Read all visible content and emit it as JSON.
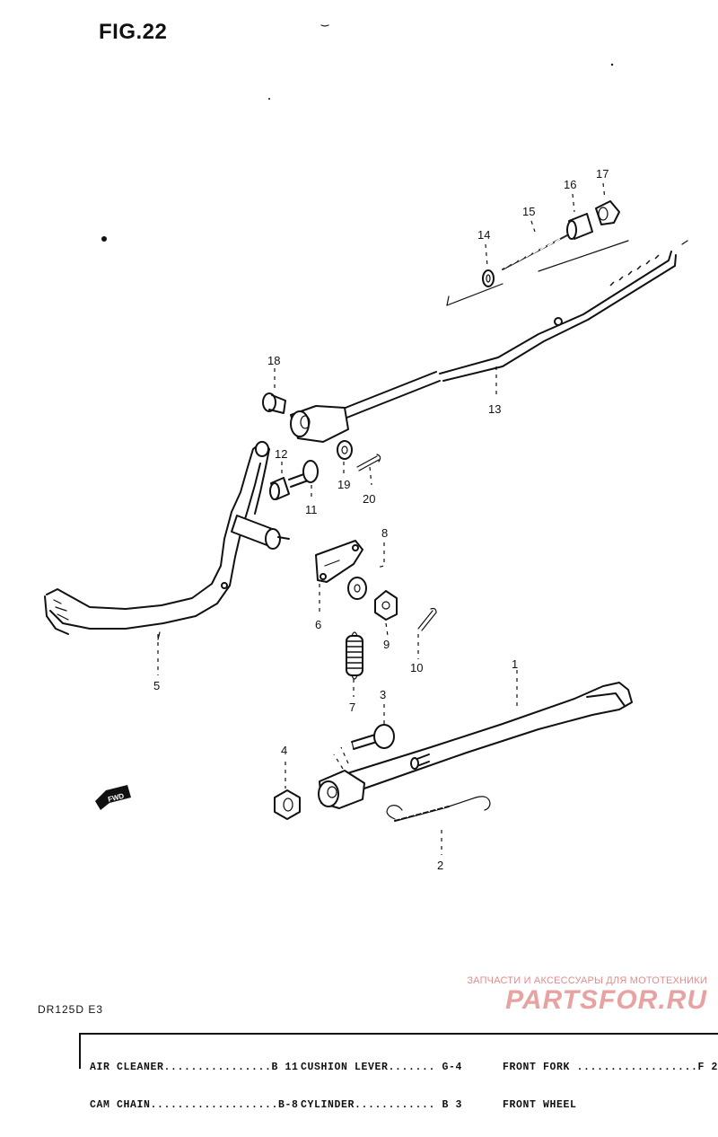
{
  "figure": {
    "title": "FIG.22",
    "model_code": "DR125D E3"
  },
  "callouts": [
    "1",
    "2",
    "3",
    "4",
    "5",
    "6",
    "7",
    "8",
    "9",
    "10",
    "11",
    "12",
    "13",
    "14",
    "15",
    "16",
    "17",
    "18",
    "19",
    "20"
  ],
  "fwd_label": "FWD",
  "watermark": {
    "subtitle": "ЗАПЧАСТИ И АКСЕССУАРЫ ДЛЯ МОТОТЕХНИКИ",
    "logo": "PARTSFOR.RU"
  },
  "index": {
    "col1": [
      "AIR CLEANER................B 11",
      "CAM CHAIN...................B-8"
    ],
    "col2": [
      "CUSHION LEVER....... G-4",
      "CYLINDER............ B 3"
    ],
    "col3": [
      "FRONT FORK ..................F 2",
      "FRONT WHEEL"
    ]
  }
}
